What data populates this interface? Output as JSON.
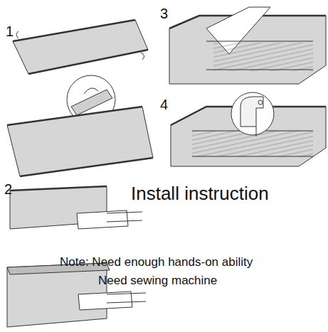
{
  "diagram": {
    "title": "Install instruction",
    "labels": [
      "1",
      "3",
      "4",
      "2",
      "Note: Need enough hands-on ability",
      "Need sewing machine"
    ]
  }
}
